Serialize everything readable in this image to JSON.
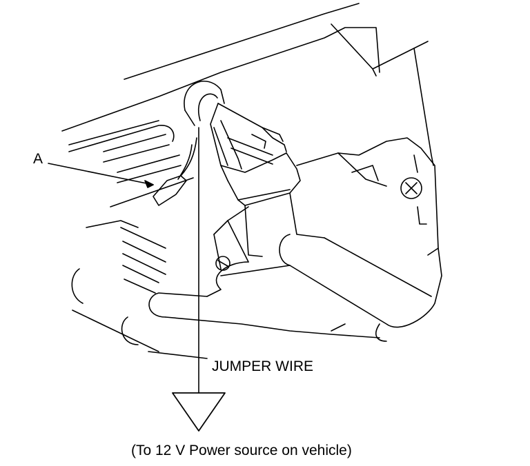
{
  "labels": {
    "part_a": "A",
    "jumper_wire": "JUMPER WIRE",
    "power_source": "(To 12 V Power source on vehicle)"
  },
  "colors": {
    "line": "#000000",
    "background": "#ffffff"
  }
}
